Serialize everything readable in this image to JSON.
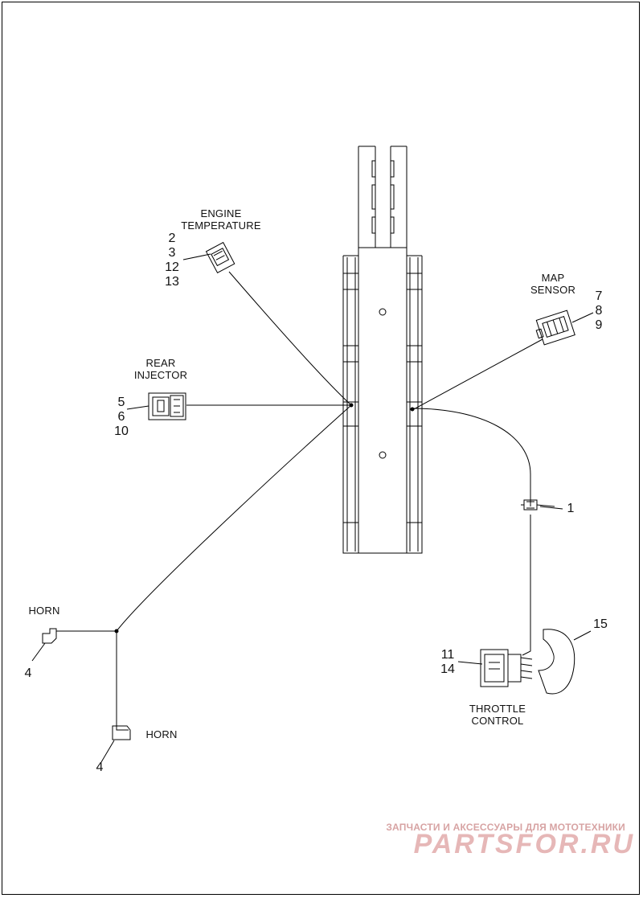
{
  "labels": {
    "engine_temperature": [
      "ENGINE",
      "TEMPERATURE"
    ],
    "map_sensor": [
      "MAP",
      "SENSOR"
    ],
    "rear_injector": [
      "REAR",
      "INJECTOR"
    ],
    "throttle_control": [
      "THROTTLE",
      "CONTROL"
    ],
    "horn_left": "HORN",
    "horn_bottom": "HORN"
  },
  "callouts": {
    "engine_temperature": [
      "2",
      "3",
      "12",
      "13"
    ],
    "map_sensor": [
      "7",
      "8",
      "9"
    ],
    "rear_injector": [
      "5",
      "6",
      "10"
    ],
    "fuse_clip": "1",
    "throttle_control": [
      "11",
      "14"
    ],
    "throttle_cover": "15",
    "horn_left": "4",
    "horn_bottom": "4"
  },
  "watermark": {
    "tagline": "ЗАПЧАСТИ И АКСЕССУАРЫ ДЛЯ МОТОТЕХНИКИ",
    "brand": "PARTSFOR.RU"
  },
  "colors": {
    "line": "#000000",
    "watermark": "#e6b7b7"
  }
}
